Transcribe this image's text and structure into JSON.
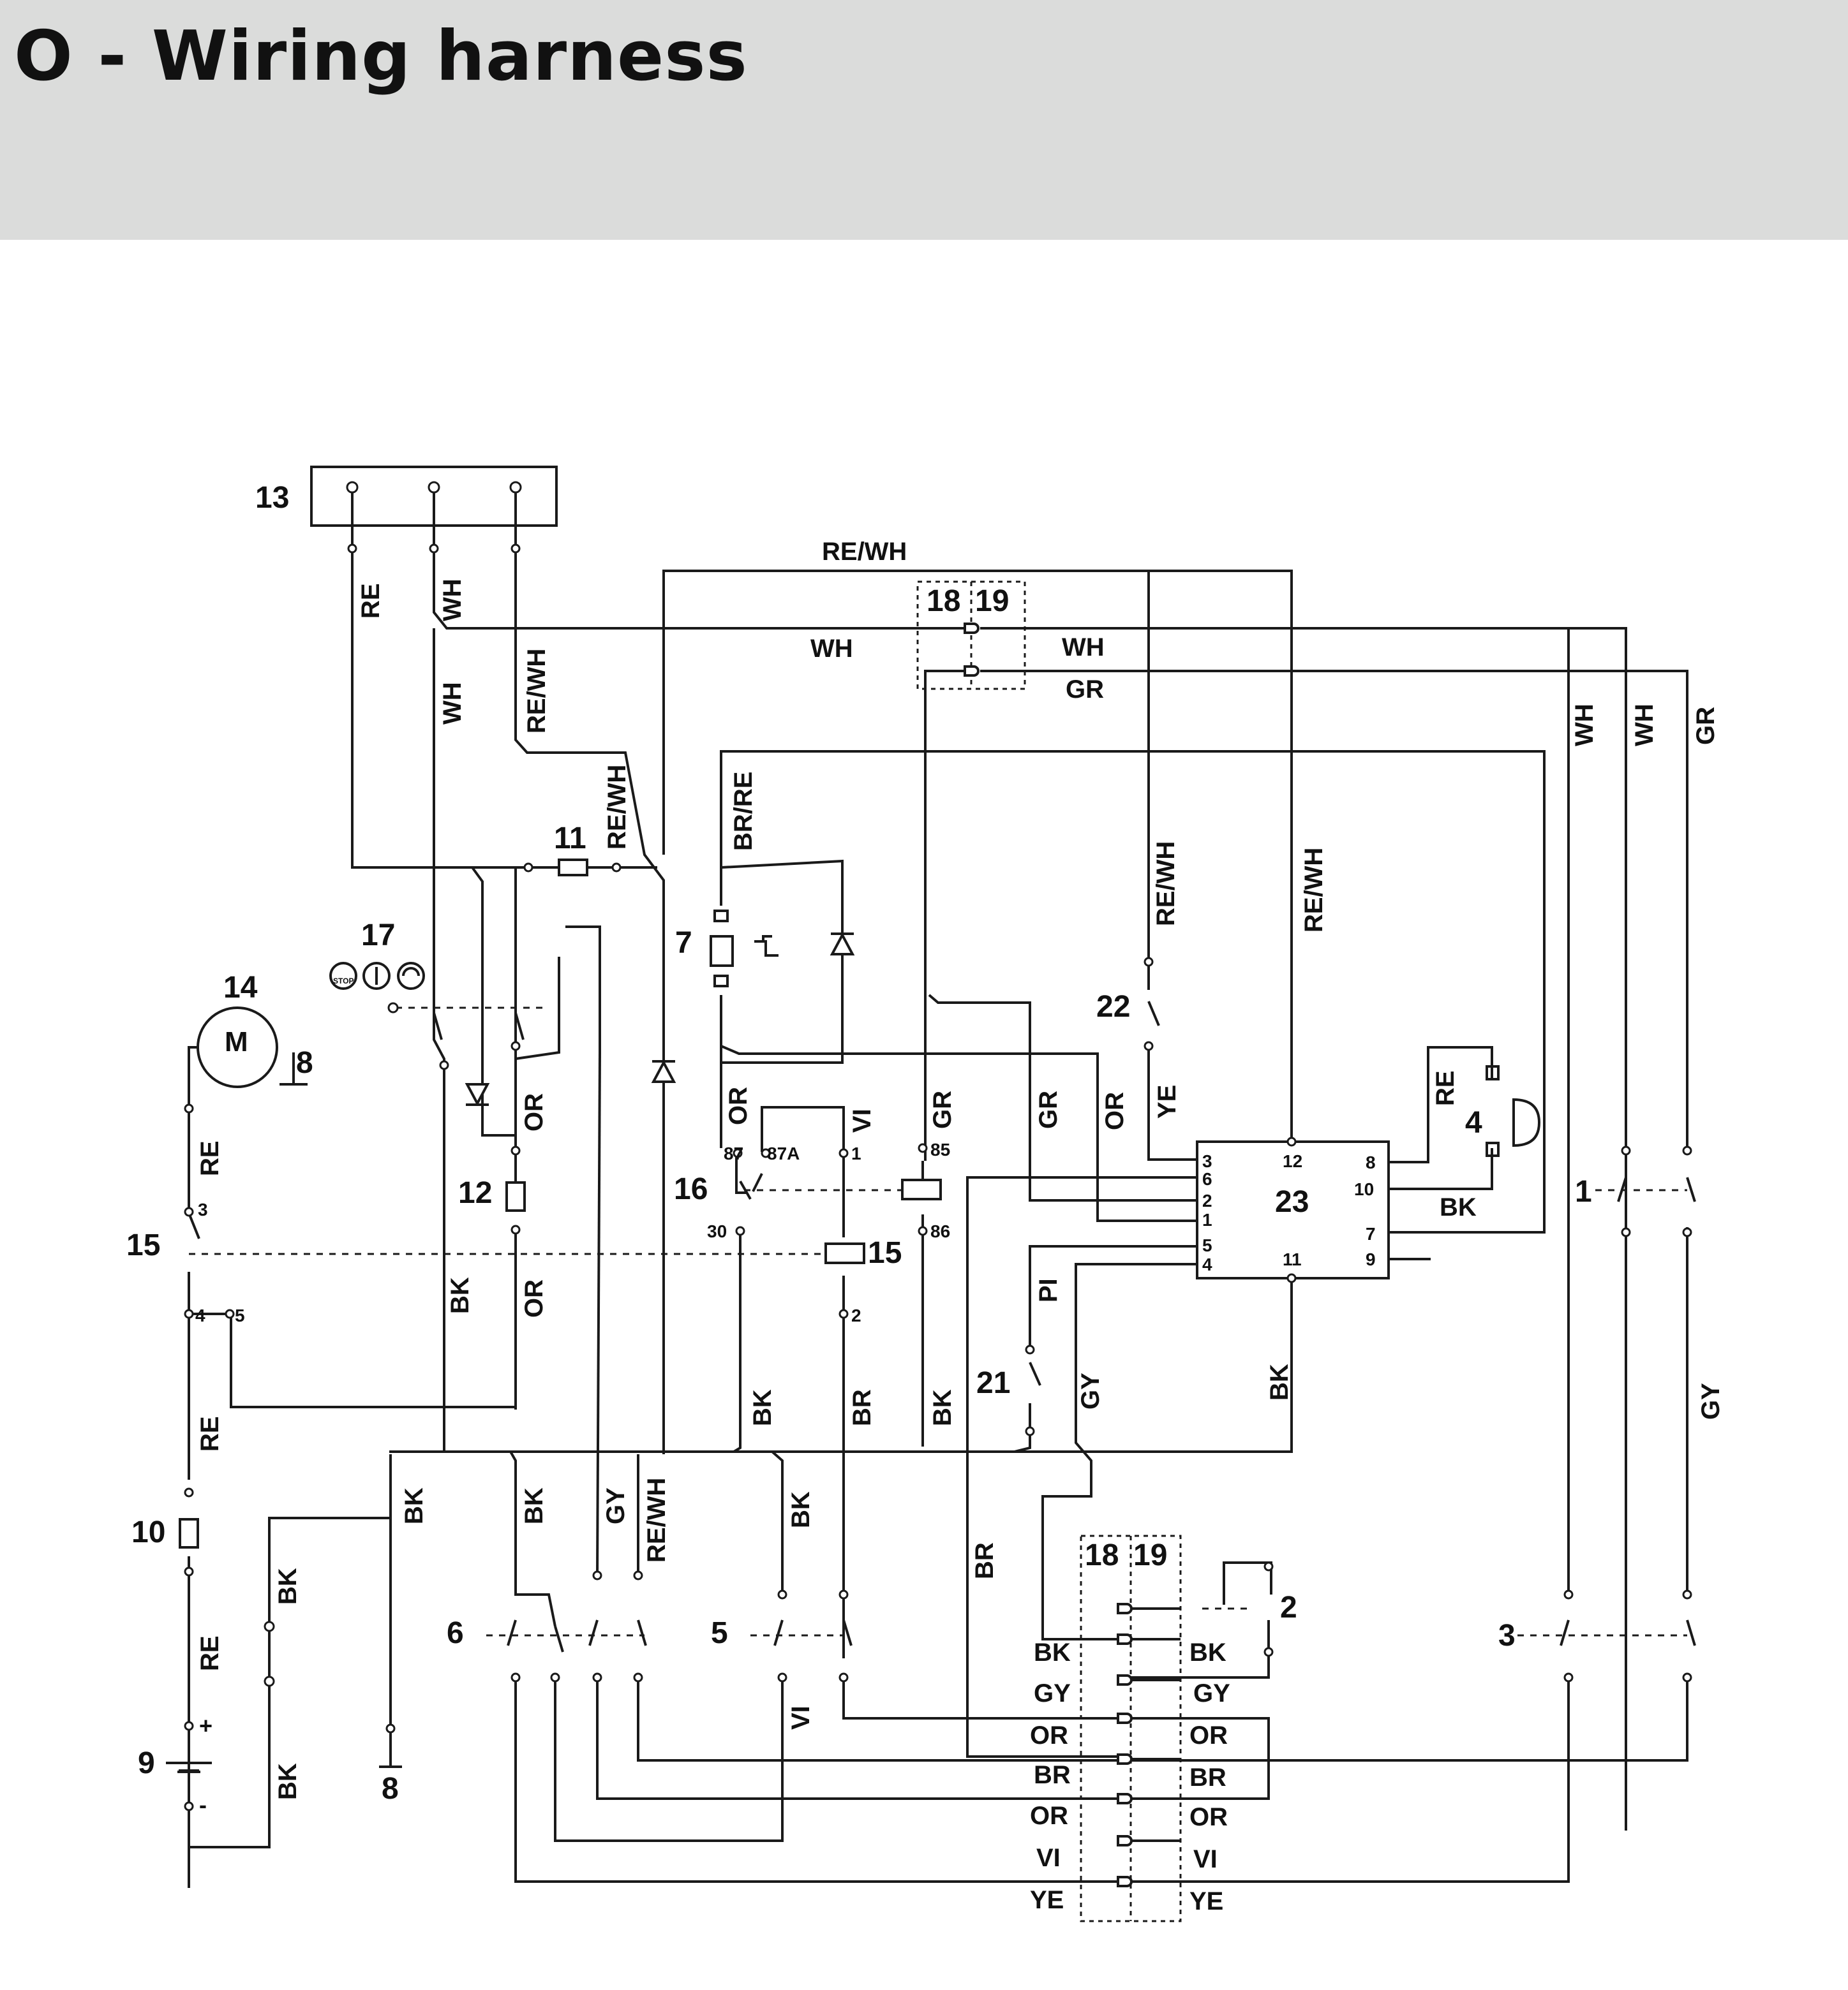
{
  "page": {
    "title": "O - Wiring harness"
  },
  "components": {
    "c1": "1",
    "c2": "2",
    "c3": "3",
    "c4": "4",
    "c5": "5",
    "c6": "6",
    "c7": "7",
    "c8a": "8",
    "c8b": "8",
    "c9": "9",
    "c10": "10",
    "c11": "11",
    "c12": "12",
    "c13": "13",
    "c14": "14",
    "c15a": "15",
    "c15b": "15",
    "c16": "16",
    "c17": "17",
    "c18a": "18",
    "c19a": "19",
    "c18b": "18",
    "c19b": "19",
    "c21": "21",
    "c22": "22",
    "c23": "23"
  },
  "symbols": {
    "motor": "M",
    "plus": "+",
    "minus": "-",
    "stop": "STOP"
  },
  "relay_terminals": {
    "t87": "87",
    "t87a": "87A",
    "t30": "30",
    "t85": "85",
    "t86": "86",
    "t1": "1",
    "t2": "2",
    "k3": "3",
    "k4": "4",
    "k5": "5"
  },
  "module_pins": {
    "p3": "3",
    "p6": "6",
    "p2": "2",
    "p1": "1",
    "p5": "5",
    "p4": "4",
    "p12": "12",
    "p11": "11",
    "p8": "8",
    "p10": "10",
    "p7": "7",
    "p9": "9"
  },
  "wire_colors": {
    "re_13": "RE",
    "wh_13a": "WH",
    "wh_13b": "WH",
    "rewh_13": "RE/WH",
    "rewh_top": "RE/WH",
    "wh_top": "WH",
    "wh_right": "WH",
    "gr_right": "GR",
    "rewh_11": "RE/WH",
    "brre": "BR/RE",
    "wh_r1": "WH",
    "wh_r2": "WH",
    "gr_r3": "GR",
    "rewh_22": "RE/WH",
    "rewh_23": "RE/WH",
    "re_left": "RE",
    "or_12top": "OR",
    "or_12bot": "OR",
    "or_87": "OR",
    "vi_87a": "VI",
    "gr_85": "GR",
    "gr_mid": "GR",
    "or_mid": "OR",
    "ye_22": "YE",
    "re_4": "RE",
    "bk_4": "BK",
    "bk_left": "BK",
    "pi_21": "PI",
    "gy_mid": "GY",
    "bk_23": "BK",
    "gy_right": "GY",
    "re_15": "RE",
    "bk_30": "BK",
    "br_2": "BR",
    "bk_86": "BK",
    "bk_main": "BK",
    "bk_6": "BK",
    "gy_6": "GY",
    "rewh_6": "RE/WH",
    "bk_5": "BK",
    "br_mid": "BR",
    "re_10": "RE",
    "bk_bat": "BK",
    "bk_bat2": "BK",
    "vi_5": "VI",
    "cl_bk": "BK",
    "cl_gy": "GY",
    "cl_or1": "OR",
    "cl_br": "BR",
    "cl_or2": "OR",
    "cl_vi": "VI",
    "cl_ye": "YE",
    "cr_bk": "BK",
    "cr_gy": "GY",
    "cr_or1": "OR",
    "cr_br": "BR",
    "cr_or2": "OR",
    "cr_vi": "VI",
    "cr_ye": "YE"
  },
  "colors": {
    "header_bg": "#dbdcdb",
    "ink": "#1a1a1a"
  }
}
